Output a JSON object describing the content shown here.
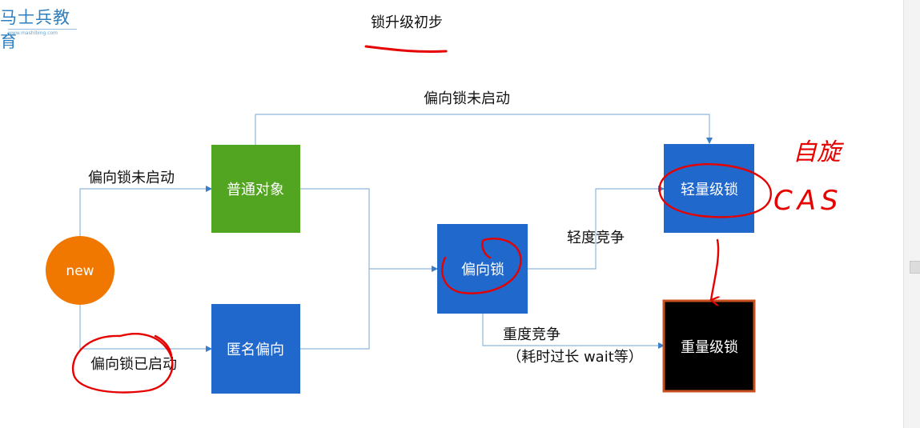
{
  "logo": {
    "brand": "马士兵教育",
    "url": "www.mashibing.com"
  },
  "page_title": "锁升级初步",
  "nodes": {
    "new": {
      "label": "new",
      "color": "#f07800"
    },
    "normal": {
      "label": "普通对象",
      "color": "#52a520"
    },
    "anonymous": {
      "label": "匿名偏向",
      "color": "#2168cc"
    },
    "biased": {
      "label": "偏向锁",
      "color": "#2168cc"
    },
    "lightweight": {
      "label": "轻量级锁",
      "color": "#2168cc"
    },
    "heavyweight": {
      "label": "重量级锁",
      "color": "#000000",
      "border_color": "#c8501e"
    }
  },
  "edge_labels": {
    "biased_disabled_top": "偏向锁未启动",
    "biased_disabled_left": "偏向锁未启动",
    "biased_enabled": "偏向锁已启动",
    "light_contention": "轻度竞争",
    "heavy_contention_line1": "重度竞争",
    "heavy_contention_line2": "（耗时过长 wait等）"
  },
  "annotations": {
    "spin": "自旋",
    "cas": "CAS",
    "ink_color": "#e60000"
  },
  "colors": {
    "line": "#8fb8dc",
    "arrow": "#3a7fc8",
    "text": "#111111",
    "node_text": "#ffffff"
  }
}
